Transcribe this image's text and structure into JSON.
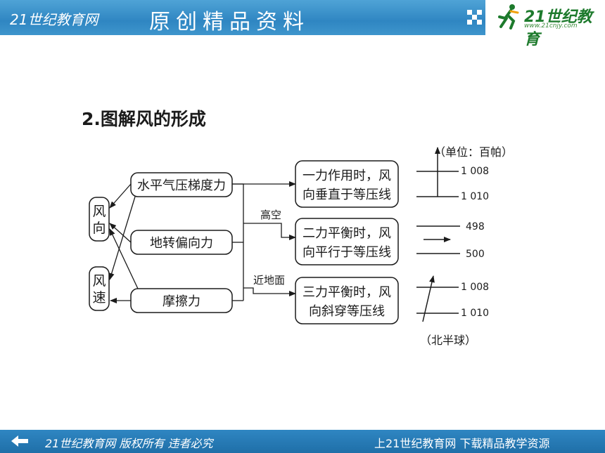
{
  "header": {
    "site_name": "21世纪教育网",
    "slogan": "原创精品资料",
    "logo_text": "21世纪教育",
    "logo_url": "www.21cnjy.com"
  },
  "footer": {
    "left_text": "21世纪教育网 版权所有 违者必究",
    "right_text": "上21世纪教育网 下载精品教学资源"
  },
  "diagram": {
    "title": "2.图解风的形成",
    "nodes": {
      "wind_direction": "风向",
      "wind_speed": "风速",
      "pressure_gradient": "水平气压梯度力",
      "coriolis": "地转偏向力",
      "friction": "摩擦力",
      "one_force": "一力作用时，风向垂直于等压线",
      "two_force": "二力平衡时，风向平行于等压线",
      "three_force": "三力平衡时，风向斜穿等压线"
    },
    "edge_labels": {
      "high_altitude": "高空",
      "near_ground": "近地面"
    },
    "unit_label": "（单位：百帕）",
    "hemisphere_label": "（北半球）",
    "isobars": {
      "one_force": [
        "1 008",
        "1 010"
      ],
      "two_force": [
        "498",
        "500"
      ],
      "three_force": [
        "1 008",
        "1 010"
      ]
    }
  }
}
